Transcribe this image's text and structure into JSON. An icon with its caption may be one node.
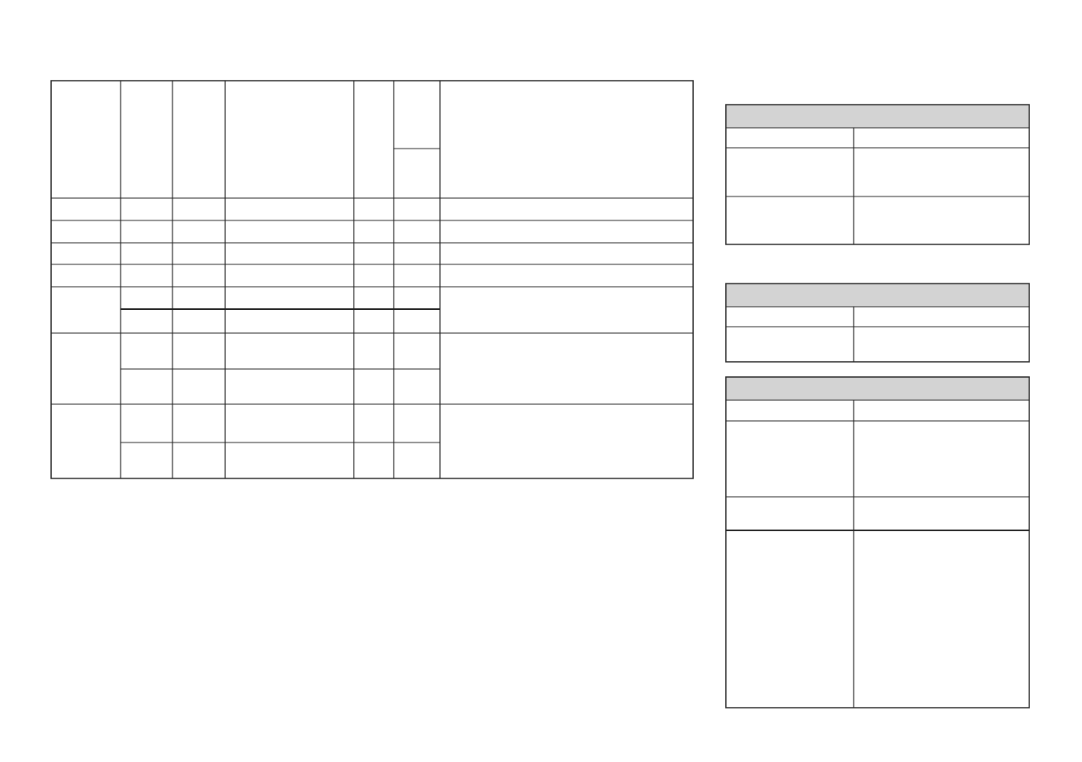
{
  "diagram": {
    "nodes": [
      {
        "text": [],
        "shape": "table"
      },
      {
        "text": [],
        "shape": "table"
      },
      {
        "text": [],
        "shape": "table"
      },
      {
        "text": [],
        "shape": "table"
      }
    ]
  }
}
